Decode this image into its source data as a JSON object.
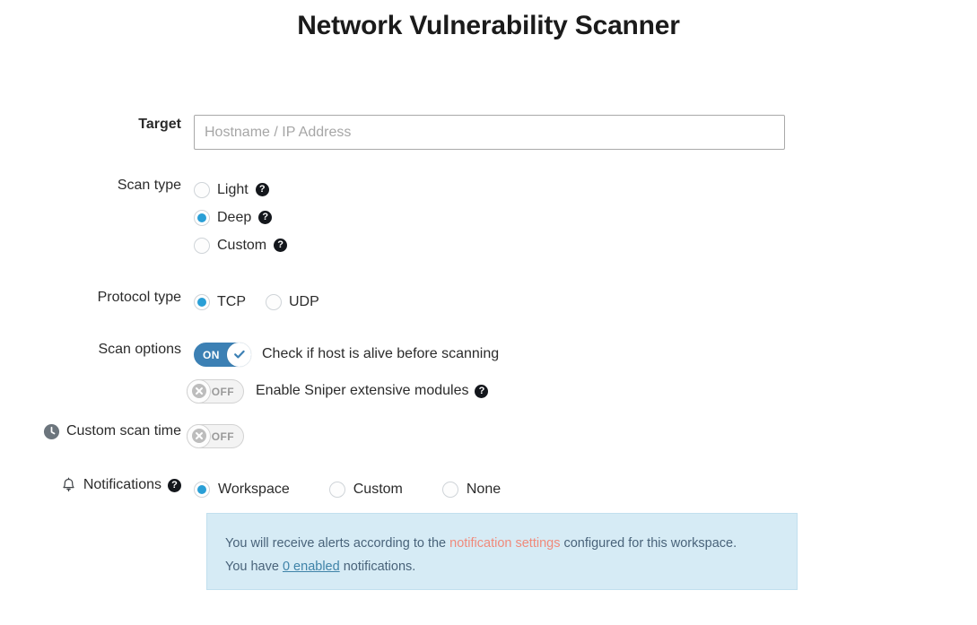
{
  "page": {
    "title": "Network Vulnerability Scanner"
  },
  "target": {
    "label": "Target",
    "placeholder": "Hostname / IP Address",
    "value": ""
  },
  "scan_type": {
    "label": "Scan type",
    "options": [
      {
        "label": "Light",
        "selected": false,
        "help": "?"
      },
      {
        "label": "Deep",
        "selected": true,
        "help": "?"
      },
      {
        "label": "Custom",
        "selected": false,
        "help": "?"
      }
    ]
  },
  "protocol_type": {
    "label": "Protocol type",
    "options": [
      {
        "label": "TCP",
        "selected": true
      },
      {
        "label": "UDP",
        "selected": false
      }
    ]
  },
  "scan_options": {
    "label": "Scan options",
    "items": [
      {
        "state": "ON",
        "enabled": true,
        "text": "Check if host is alive before scanning",
        "help": null
      },
      {
        "state": "OFF",
        "enabled": false,
        "text": "Enable Sniper extensive modules",
        "help": "?"
      }
    ]
  },
  "custom_scan_time": {
    "label": "Custom scan time",
    "icon": "clock-icon",
    "toggle": {
      "state": "OFF",
      "enabled": false
    }
  },
  "notifications": {
    "label": "Notifications",
    "icon": "bell-icon",
    "help": "?",
    "options": [
      {
        "label": "Workspace",
        "selected": true
      },
      {
        "label": "Custom",
        "selected": false
      },
      {
        "label": "None",
        "selected": false
      }
    ],
    "info": {
      "line1_part1": "You will receive alerts according to the ",
      "line1_link": "notification settings",
      "line1_part2": " configured for this workspace.",
      "line2_part1": "You have ",
      "line2_link": "0 enabled",
      "line2_part2": " notifications."
    }
  },
  "colors": {
    "accent_blue": "#2a9fd6",
    "toggle_on": "#3c80b4",
    "info_bg": "#d6ebf5",
    "link_salmon": "#f08a7b",
    "link_blue": "#3f83a8"
  }
}
